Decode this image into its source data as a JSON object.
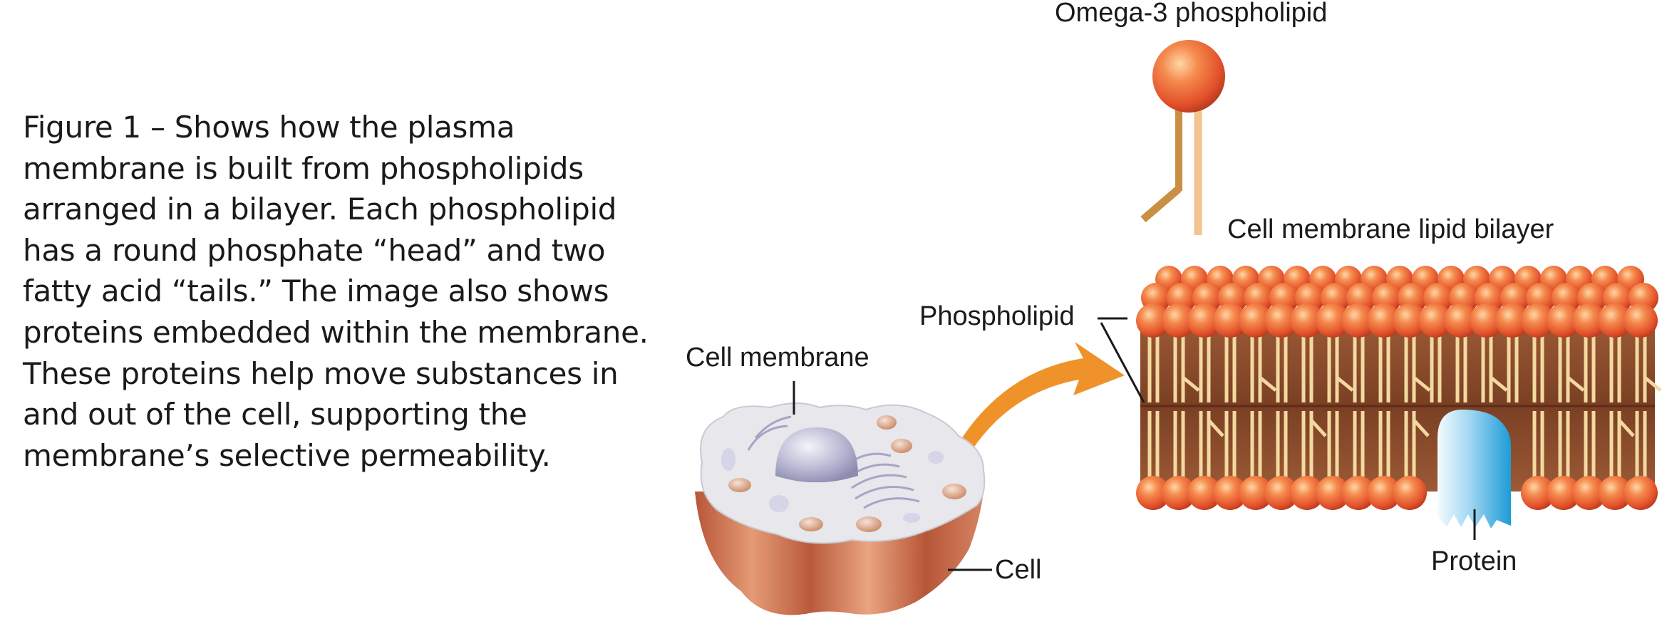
{
  "caption": "Figure 1 – Shows how the plasma membrane is built from phospholipids arranged in a bilayer. Each phospholipid has a round phosphate “head” and two fatty acid “tails.”  The image also shows proteins embedded within the membrane. These proteins help move substances in and out of the cell, supporting the membrane’s selective permeability.",
  "labels": {
    "omega3": "Omega-3 phospholipid",
    "bilayer": "Cell membrane lipid bilayer",
    "phospholipid": "Phospholipid",
    "cell_membrane": "Cell membrane",
    "cell": "Cell",
    "protein": "Protein"
  },
  "colors": {
    "head": "#e8562a",
    "tail_light": "#f3c48f",
    "tail_dark": "#c98f43",
    "interior": "#8a4a2c",
    "arrow": "#f0922a",
    "protein": "#2aa3da"
  }
}
